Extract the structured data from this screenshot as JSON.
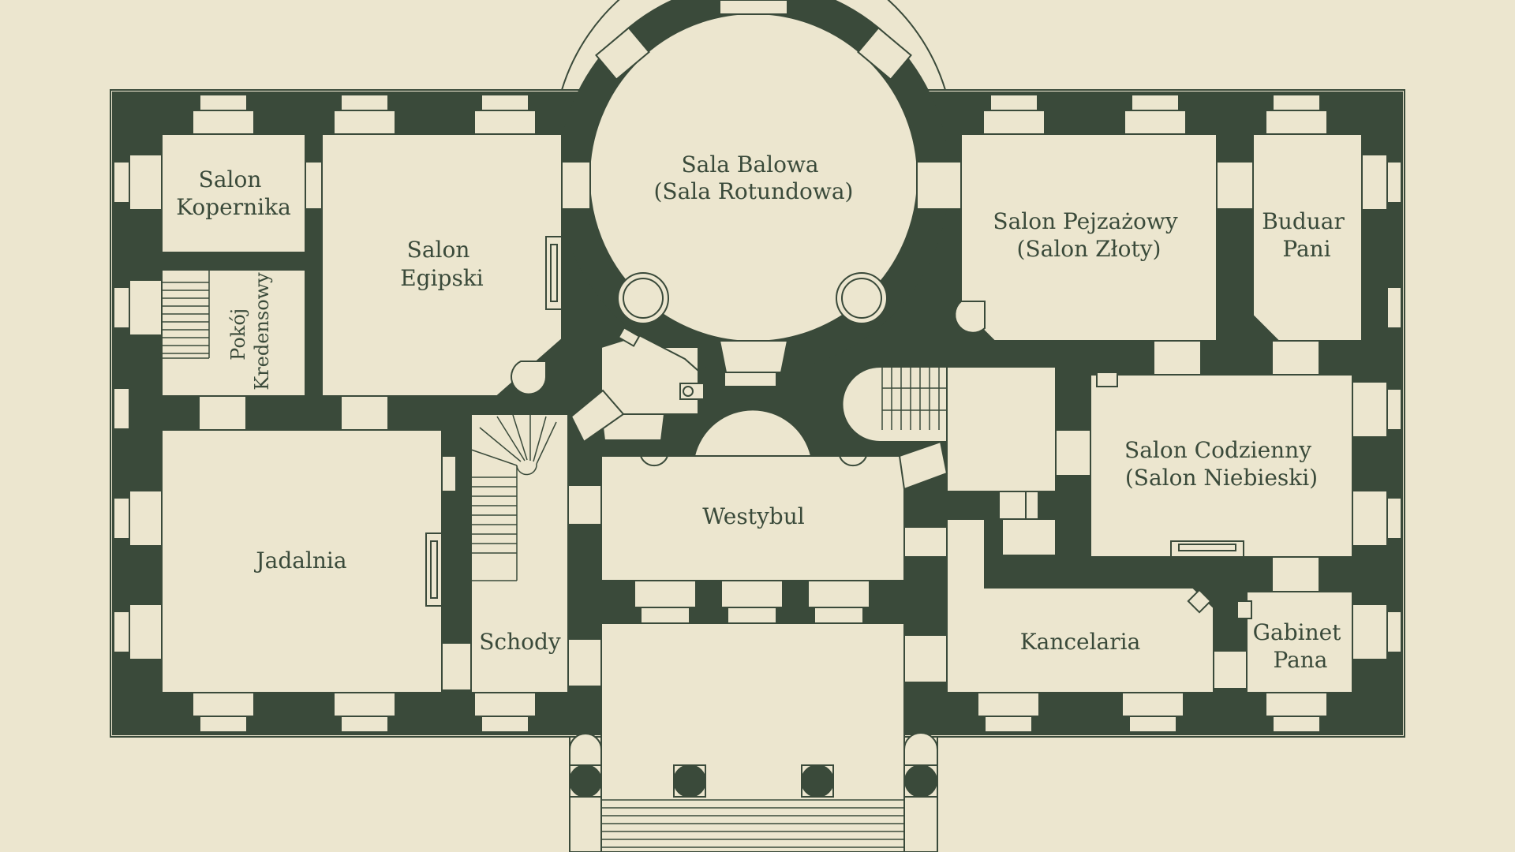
{
  "plan": {
    "colors": {
      "background": "#ece6cf",
      "wall": "#3a4a3a",
      "room": "#ece6cf",
      "line": "#3a4a3a"
    },
    "rooms": {
      "salon_kopernika": [
        "Salon",
        "Kopernika"
      ],
      "salon_egipski": [
        "Salon",
        "Egipski"
      ],
      "pokoj_kredensowy": [
        "Pokój",
        "Kredensowy"
      ],
      "sala_balowa": [
        "Sala Balowa",
        "(Sala Rotundowa)"
      ],
      "salon_pejzazowy": [
        "Salon Pejzażowy",
        "(Salon Złoty)"
      ],
      "buduar_pani": [
        "Buduar",
        "Pani"
      ],
      "salon_codzienny": [
        "Salon Codzienny",
        "(Salon Niebieski)"
      ],
      "jadalnia": "Jadalnia",
      "westybul": "Westybul",
      "schody": "Schody",
      "kancelaria": "Kancelaria",
      "gabinet_pana": [
        "Gabinet",
        "Pana"
      ]
    }
  }
}
